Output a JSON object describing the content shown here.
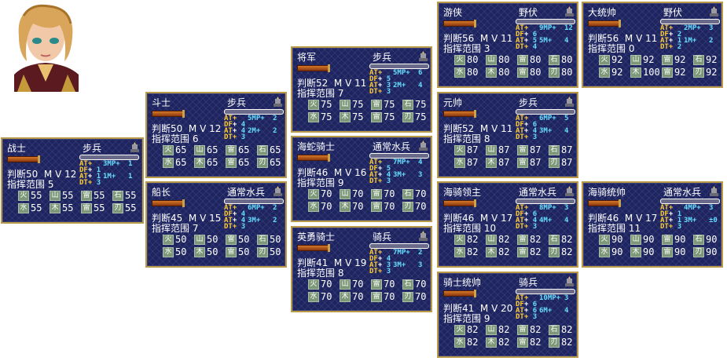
{
  "cards": [
    {
      "id": "zhanshi",
      "name": "战士",
      "type": "步兵",
      "judge": "判断50",
      "mv": "M V 12",
      "range_label": "指挥范围",
      "range": "5",
      "at": "3",
      "df": "1",
      "at_mp": "3MP+",
      "at_mp_v": "1",
      "mt": "1",
      "df_mt": "1M+",
      "df_mt_v": "1",
      "dt": "3",
      "grid": [
        "55",
        "55",
        "55",
        "55",
        "55",
        "55",
        "55",
        "55"
      ]
    },
    {
      "id": "doushi",
      "name": "斗士",
      "type": "步兵",
      "judge": "判断50",
      "mv": "M V 12",
      "range_label": "指挥范围",
      "range": "6",
      "at": "5",
      "df": "4",
      "at_mp": "5MP+",
      "at_mp_v": "2",
      "mt": "4",
      "df_mt": "2M+",
      "df_mt_v": "2",
      "dt": "3",
      "grid": [
        "65",
        "65",
        "65",
        "65",
        "65",
        "65",
        "65",
        "65"
      ]
    },
    {
      "id": "chuanzhang",
      "name": "船长",
      "type": "通常水兵",
      "judge": "判断45",
      "mv": "M V 15",
      "range_label": "指挥范围",
      "range": "7",
      "at": "6",
      "df": "4",
      "at_mp": "6MP+",
      "at_mp_v": "2",
      "mt": "4",
      "df_mt": "3M+",
      "df_mt_v": "2",
      "dt": "3",
      "grid": [
        "50",
        "50",
        "50",
        "50",
        "50",
        "50",
        "50",
        "50"
      ]
    },
    {
      "id": "jiangjun",
      "name": "将军",
      "type": "步兵",
      "judge": "判断52",
      "mv": "M V 11",
      "range_label": "指挥范围",
      "range": "7",
      "at": "5",
      "df": "5",
      "at_mp": "5MP+",
      "at_mp_v": "6",
      "mt": "3",
      "df_mt": "2M+",
      "df_mt_v": "4",
      "dt": "3",
      "grid": [
        "75",
        "75",
        "75",
        "75",
        "75",
        "75",
        "75",
        "75"
      ]
    },
    {
      "id": "haisheqishi",
      "name": "海蛇骑士",
      "type": "通常水兵",
      "judge": "判断46",
      "mv": "M V 16",
      "range_label": "指挥范围",
      "range": "9",
      "at": "7",
      "df": "5",
      "at_mp": "7MP+",
      "at_mp_v": "4",
      "mt": "4",
      "df_mt": "3M+",
      "df_mt_v": "3",
      "dt": "3",
      "grid": [
        "70",
        "70",
        "70",
        "70",
        "70",
        "70",
        "70",
        "70"
      ]
    },
    {
      "id": "yingyongqishi",
      "name": "英勇骑士",
      "type": "骑兵",
      "judge": "判断41",
      "mv": "M V 19",
      "range_label": "指挥范围",
      "range": "8",
      "at": "7",
      "df": "4",
      "at_mp": "7MP+",
      "at_mp_v": "2",
      "mt": "3",
      "df_mt": "3M+",
      "df_mt_v": "3",
      "dt": "3",
      "grid": [
        "70",
        "70",
        "70",
        "70",
        "70",
        "70",
        "70",
        "70"
      ]
    },
    {
      "id": "youxia",
      "name": "游侠",
      "type": "野伏",
      "judge": "判断56",
      "mv": "M V 11",
      "range_label": "指挥范围",
      "range": "3",
      "at": "9",
      "df": "6",
      "at_mp": "9MP+",
      "at_mp_v": "12",
      "mt": "5",
      "df_mt": "5M+",
      "df_mt_v": "4",
      "dt": "4",
      "grid": [
        "80",
        "80",
        "80",
        "80",
        "80",
        "80",
        "80",
        "80"
      ]
    },
    {
      "id": "yuanshuai",
      "name": "元帅",
      "type": "步兵",
      "judge": "判断52",
      "mv": "M V 11",
      "range_label": "指挥范围",
      "range": "8",
      "at": "6",
      "df": "6",
      "at_mp": "6MP+",
      "at_mp_v": "5",
      "mt": "4",
      "df_mt": "3M+",
      "df_mt_v": "4",
      "dt": "3",
      "grid": [
        "87",
        "87",
        "87",
        "87",
        "87",
        "87",
        "87",
        "87"
      ]
    },
    {
      "id": "haiqilingzhu",
      "name": "海骑领主",
      "type": "通常水兵",
      "judge": "判断46",
      "mv": "M V 17",
      "range_label": "指挥范围",
      "range": "10",
      "at": "8",
      "df": "6",
      "at_mp": "8MP+",
      "at_mp_v": "3",
      "mt": "4",
      "df_mt": "4M+",
      "df_mt_v": "4",
      "dt": "3",
      "grid": [
        "82",
        "82",
        "82",
        "82",
        "82",
        "82",
        "82",
        "82"
      ]
    },
    {
      "id": "qishitongshuai",
      "name": "骑士统帅",
      "type": "骑兵",
      "judge": "判断41",
      "mv": "M V 20",
      "range_label": "指挥范围",
      "range": "9",
      "at": "10",
      "df": "6",
      "at_mp": "10MP+",
      "at_mp_v": "3",
      "mt": "6",
      "df_mt": "6M+",
      "df_mt_v": "4",
      "dt": "3",
      "grid": [
        "82",
        "82",
        "82",
        "82",
        "82",
        "82",
        "82",
        "82"
      ]
    },
    {
      "id": "datongshuai",
      "name": "大统帅",
      "type": "野伏",
      "judge": "判断56",
      "mv": "M V 11",
      "range_label": "指挥范围",
      "range": "0",
      "at": "2",
      "df": "2",
      "at_mp": "2MP+",
      "at_mp_v": "3",
      "mt": "1",
      "df_mt": "1M+",
      "df_mt_v": "2",
      "dt": "2",
      "grid": [
        "92",
        "92",
        "92",
        "92",
        "92",
        "100",
        "92",
        "92"
      ]
    },
    {
      "id": "haiqitongshuai",
      "name": "海骑统帅",
      "type": "通常水兵",
      "judge": "判断46",
      "mv": "M V 17",
      "range_label": "指挥范围",
      "range": "11",
      "at": "4",
      "df": "1",
      "at_mp": "4MP+",
      "at_mp_v": "3",
      "mt": "1",
      "df_mt": "3M+",
      "df_mt_v": "±0",
      "dt": "3",
      "grid": [
        "90",
        "90",
        "90",
        "90",
        "90",
        "90",
        "90",
        "90"
      ]
    }
  ],
  "labels": {
    "at": "AT+",
    "df": "DF+",
    "mt": "M+",
    "dt": "DT+"
  }
}
